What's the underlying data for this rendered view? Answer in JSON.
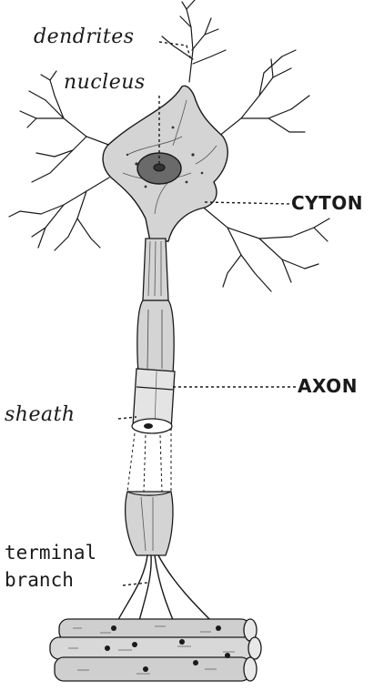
{
  "labels": {
    "dendrites": "dendrites",
    "nucleus": "nucleus",
    "cyton": "CYTON",
    "axon": "AXON",
    "sheath": "sheath",
    "terminal": "terminal",
    "branch": "branch"
  },
  "colors": {
    "ink": "#1a1a1a",
    "cell_fill": "#d4d4d4",
    "nucleus_fill": "#6a6a6a",
    "muscle_fill": "#cfcfcf",
    "paper": "#ffffff"
  }
}
